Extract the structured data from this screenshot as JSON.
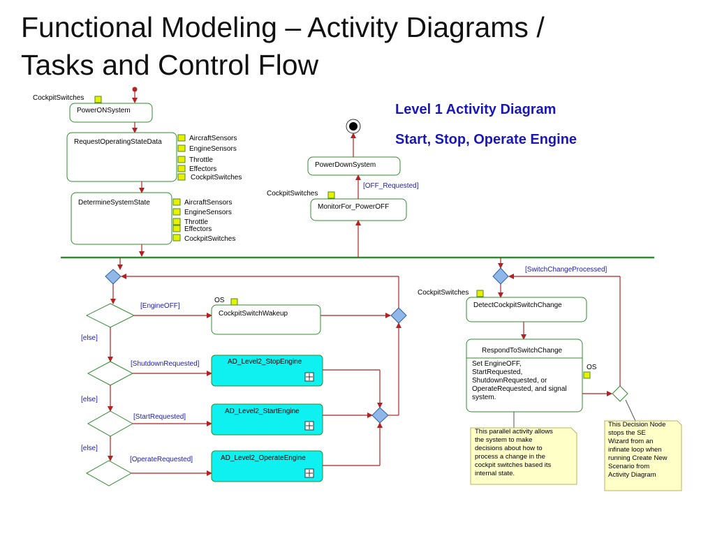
{
  "title": {
    "line1": "Functional Modeling – Activity Diagrams /",
    "line2": "Tasks and Control Flow"
  },
  "subtitle": {
    "line1": "Level 1 Activity Diagram",
    "line2": "Start, Stop, Operate Engine"
  },
  "activities": {
    "power_on": "PowerONSystem",
    "request_state": "RequestOperatingStateData",
    "determine_state": "DetermineSystemState",
    "power_down": "PowerDownSystem",
    "monitor_off": "MonitorFor_PowerOFF",
    "cockpit_wakeup": "CockpitSwitchWakeup",
    "stop_engine": "AD_Level2_StopEngine",
    "start_engine": "AD_Level2_StartEngine",
    "operate_engine": "AD_Level2_OperateEngine",
    "detect_change": "DetectCockpitSwitchChange",
    "respond_change": "RespondToSwitchChange",
    "respond_body": [
      "Set EngineOFF,",
      "StartRequested,",
      "ShutdownRequested, or",
      "OperateRequested, and signal",
      "system."
    ]
  },
  "pins": {
    "cockpit_switches": "CockpitSwitches",
    "aircraft_sensors": "AircraftSensors",
    "engine_sensors": "EngineSensors",
    "throttle": "Throttle",
    "effectors": "Effectors",
    "os": "OS"
  },
  "guards": {
    "off_requested": "[OFF_Requested]",
    "engine_off": "[EngineOFF]",
    "else": "[else]",
    "shutdown_requested": "[ShutdownRequested]",
    "start_requested": "[StartRequested]",
    "operate_requested": "[OperateRequested]",
    "switch_change_processed": "[SwitchChangeProcessed]"
  },
  "notes": {
    "parallel": [
      "This parallel activity allows",
      "the system to make",
      "decisions about how to",
      "process a change in the",
      "cockpit switches based its",
      "internal state."
    ],
    "decision": [
      "This Decision Node",
      "stops the SE",
      "Wizard from an",
      "infinate loop when",
      "running Create New",
      "Scenario from",
      "Activity Diagram"
    ]
  },
  "colors": {
    "edge": "#b22222",
    "activity_border": "#2e8b2e",
    "subactivity_fill": "#0ff0f0",
    "pin_fill": "#e8f000",
    "merge_fill": "#8fb8e8",
    "guard_text": "#1b1bb0",
    "note_fill": "#ffffc8",
    "subtitle": "#1a17b8"
  }
}
